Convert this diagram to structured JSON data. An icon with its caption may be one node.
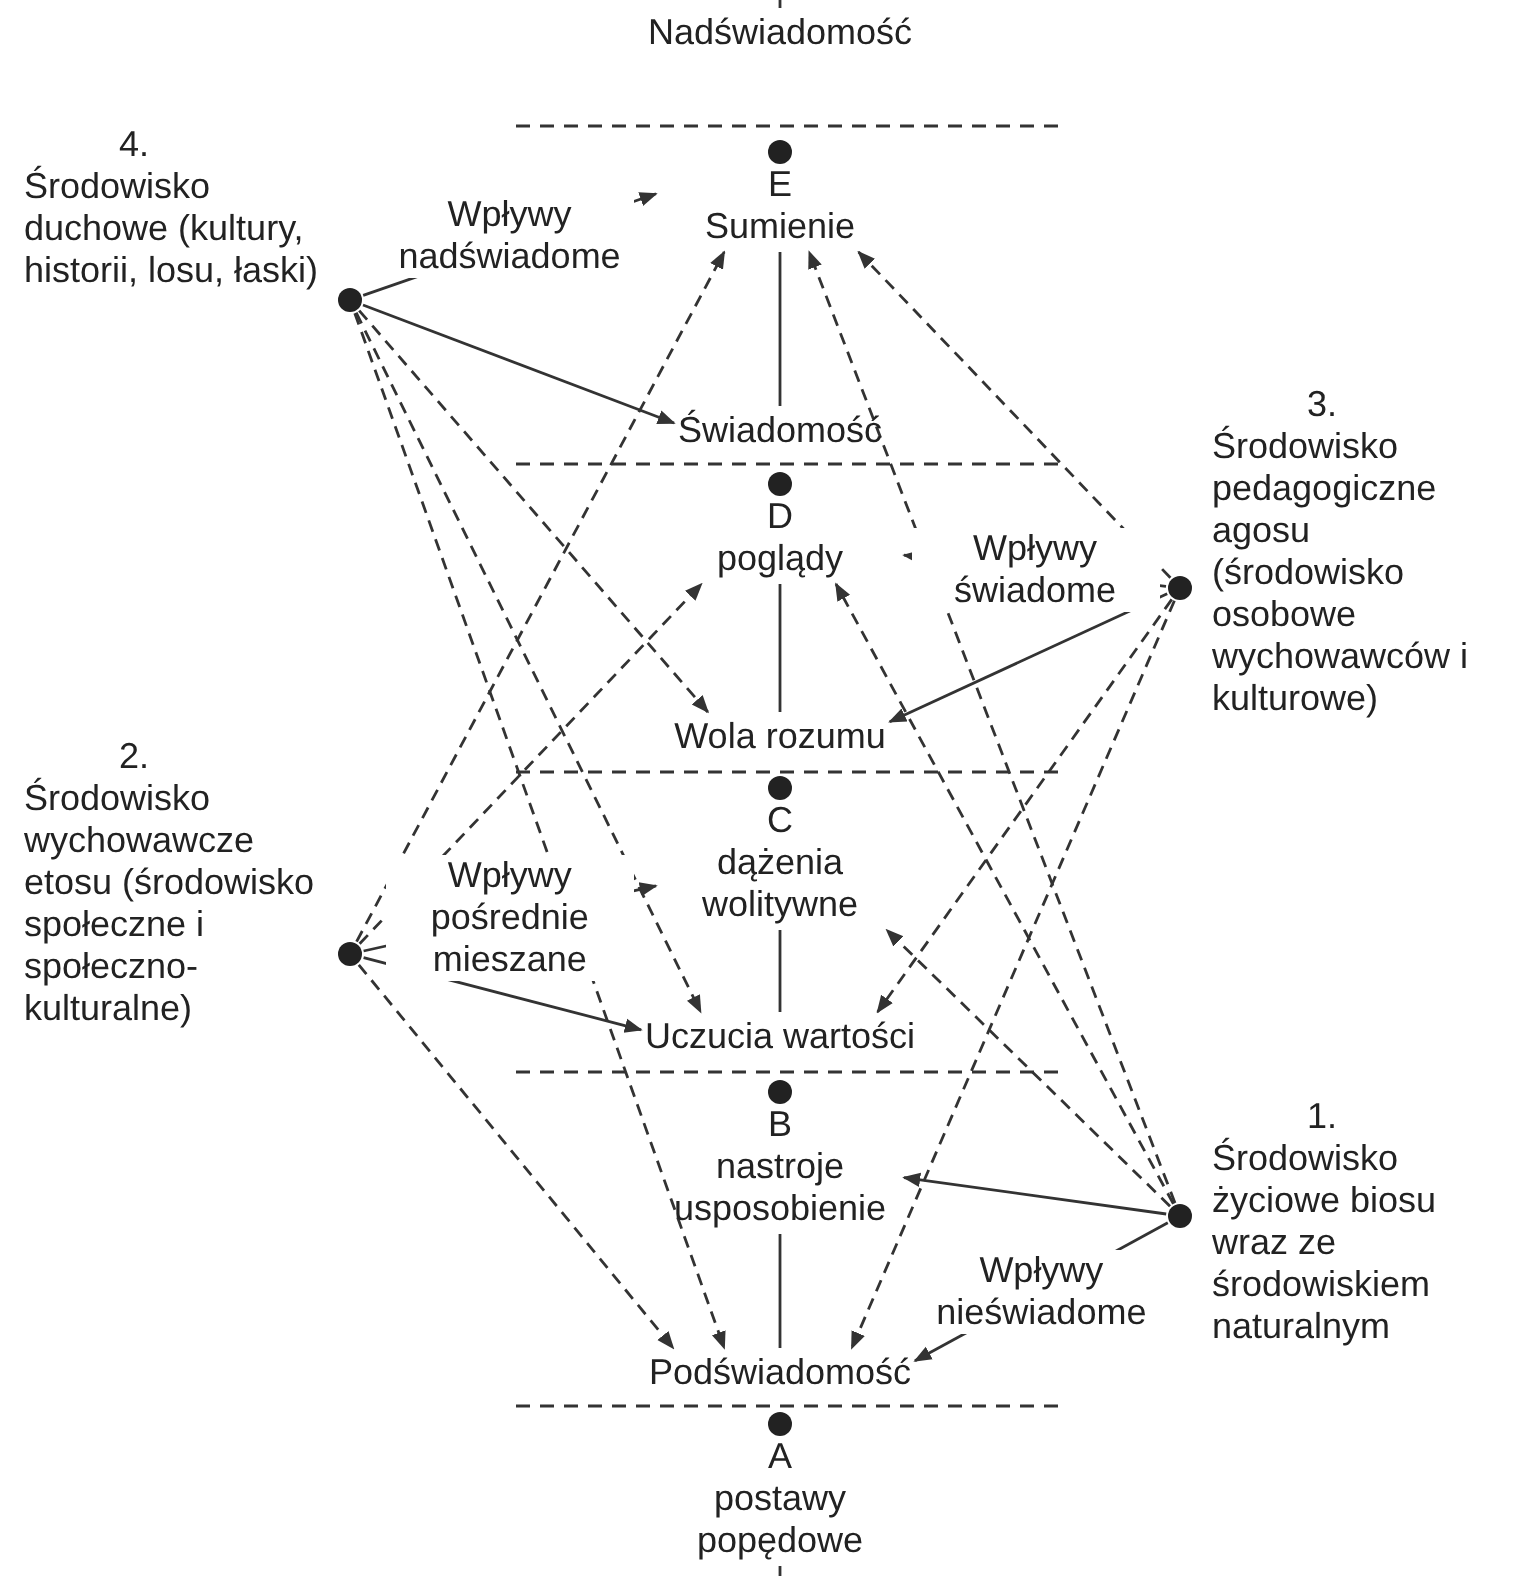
{
  "diagram": {
    "nodes": [
      {
        "text": [
          "4.",
          "Środowisko duchowe (kultury, historii, losu, łaski)"
        ]
      },
      {
        "text": [
          "Nadświadomość"
        ]
      },
      {
        "text": [
          "E",
          "Sumienie"
        ]
      },
      {
        "text": [
          "Świadomość"
        ]
      },
      {
        "text": [
          "D",
          "poglądy"
        ]
      },
      {
        "text": [
          "3.",
          "Środowisko pedagogiczne agosu (środowisko osobowe wychowawców i kulturowe)"
        ]
      },
      {
        "text": [
          "Wola rozumu"
        ]
      },
      {
        "text": [
          "C",
          "dążenia wolitywne"
        ]
      },
      {
        "text": [
          "2.",
          "Środowisko wychowawcze etosu (środowisko społeczne i społeczno-kulturalne)"
        ]
      },
      {
        "text": [
          "Uczucia wartości"
        ]
      },
      {
        "text": [
          "B",
          "nastroje usposobienie"
        ]
      },
      {
        "text": [
          "1.",
          "Środowisko życiowe biosu wraz ze środowiskiem naturalnym"
        ]
      },
      {
        "text": [
          "Podświadomość"
        ]
      },
      {
        "text": [
          "A",
          "postawy popędowe"
        ]
      }
    ],
    "edges": [
      {
        "from": 0,
        "to": 2,
        "arrow": "to",
        "label": "Wpływy nadświadome"
      },
      {
        "from": 0,
        "to": 3,
        "arrow": "to"
      },
      {
        "from": 0,
        "to": 6,
        "arrow": "to",
        "style": "dashed"
      },
      {
        "from": 0,
        "to": 9,
        "arrow": "to",
        "style": "dashed"
      },
      {
        "from": 0,
        "to": 12,
        "arrow": "to",
        "style": "dashed"
      },
      {
        "from": 5,
        "to": 4,
        "arrow": "to",
        "label": "Wpływy świadome"
      },
      {
        "from": 5,
        "to": 6,
        "arrow": "to"
      },
      {
        "from": 5,
        "to": 2,
        "arrow": "to",
        "style": "dashed"
      },
      {
        "from": 5,
        "to": 9,
        "arrow": "to",
        "style": "dashed"
      },
      {
        "from": 5,
        "to": 12,
        "arrow": "to",
        "style": "dashed"
      },
      {
        "from": 8,
        "to": 7,
        "arrow": "to",
        "label": "Wpływy pośrednie mieszane"
      },
      {
        "from": 8,
        "to": 9,
        "arrow": "to"
      },
      {
        "from": 8,
        "to": 2,
        "arrow": "to",
        "style": "dashed"
      },
      {
        "from": 8,
        "to": 4,
        "arrow": "to",
        "style": "dashed"
      },
      {
        "from": 8,
        "to": 12,
        "arrow": "to",
        "style": "dashed"
      },
      {
        "from": 11,
        "to": 10,
        "arrow": "to"
      },
      {
        "from": 11,
        "to": 12,
        "arrow": "to",
        "label": "Wpływy nieświadome"
      },
      {
        "from": 11,
        "to": 2,
        "arrow": "to",
        "style": "dashed"
      },
      {
        "from": 11,
        "to": 4,
        "arrow": "to",
        "style": "dashed"
      },
      {
        "from": 11,
        "to": 7,
        "arrow": "to",
        "style": "dashed"
      },
      {
        "from": null,
        "to": 1,
        "arrow": "none"
      },
      {
        "from": 2,
        "to": 3,
        "arrow": "none"
      },
      {
        "from": 4,
        "to": 6,
        "arrow": "none"
      },
      {
        "from": 7,
        "to": 9,
        "arrow": "none"
      },
      {
        "from": 10,
        "to": 12,
        "arrow": "none"
      },
      {
        "from": 13,
        "to": null,
        "arrow": "none"
      }
    ]
  }
}
